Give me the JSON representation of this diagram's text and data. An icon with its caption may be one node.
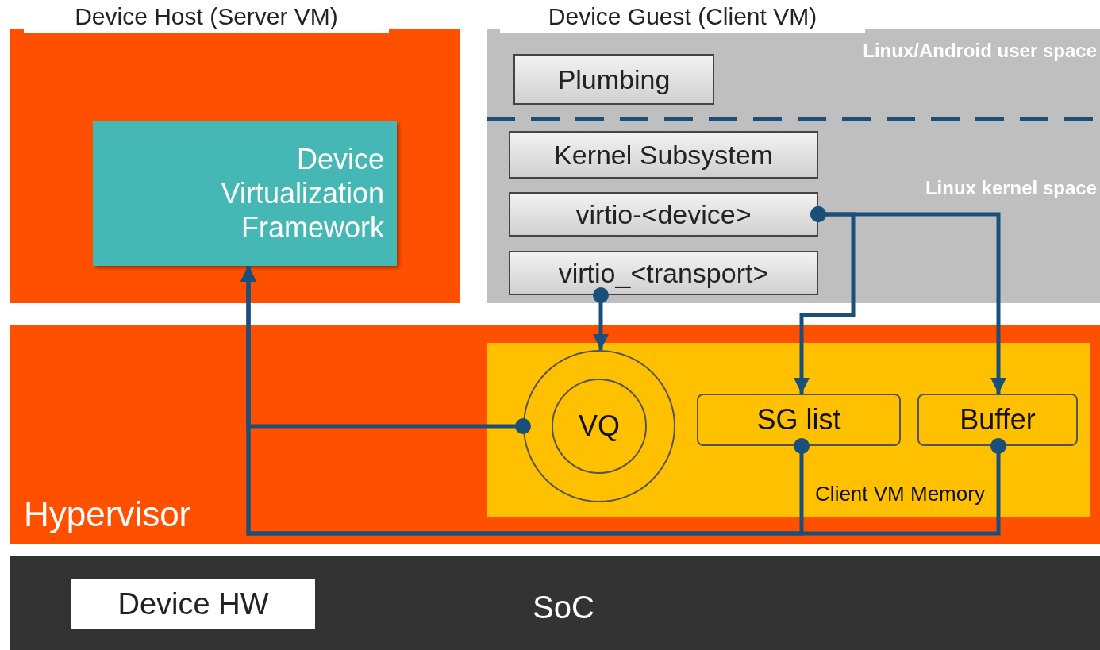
{
  "diagram": {
    "nodes": [
      {
        "text": [
          "Device Host (Server VM)"
        ]
      },
      {
        "text": [
          "Device Virtualization Framework"
        ],
        "in": 0
      },
      {
        "text": [
          "Device Guest (Client VM)",
          "Linux/Android user space",
          "Linux kernel space"
        ]
      },
      {
        "text": [
          "Plumbing"
        ],
        "in": 2
      },
      {
        "text": [
          "Kernel Subsystem"
        ],
        "in": 2
      },
      {
        "text": [
          "virtio-<device>"
        ],
        "in": 2
      },
      {
        "text": [
          "virtio_<transport>"
        ],
        "in": 2
      },
      {
        "text": [
          "Hypervisor"
        ]
      },
      {
        "text": [
          "Client VM Memory"
        ],
        "in": 7
      },
      {
        "text": [
          "VQ"
        ],
        "in": 8
      },
      {
        "text": [
          "SG list"
        ],
        "in": 8
      },
      {
        "text": [
          "Buffer"
        ],
        "in": 8
      },
      {
        "text": [
          "SoC"
        ]
      },
      {
        "text": [
          "Device HW"
        ],
        "in": 12
      }
    ],
    "edges": [
      {
        "from": 6,
        "to": 9,
        "arrow": "to"
      },
      {
        "from": 5,
        "to": 10,
        "arrow": "to"
      },
      {
        "from": 5,
        "to": 11,
        "arrow": "to"
      },
      {
        "from": 9,
        "to": 1,
        "arrow": "to"
      },
      {
        "from": 10,
        "to": 1,
        "arrow": "to"
      },
      {
        "from": 11,
        "to": 1,
        "arrow": "to"
      }
    ]
  }
}
